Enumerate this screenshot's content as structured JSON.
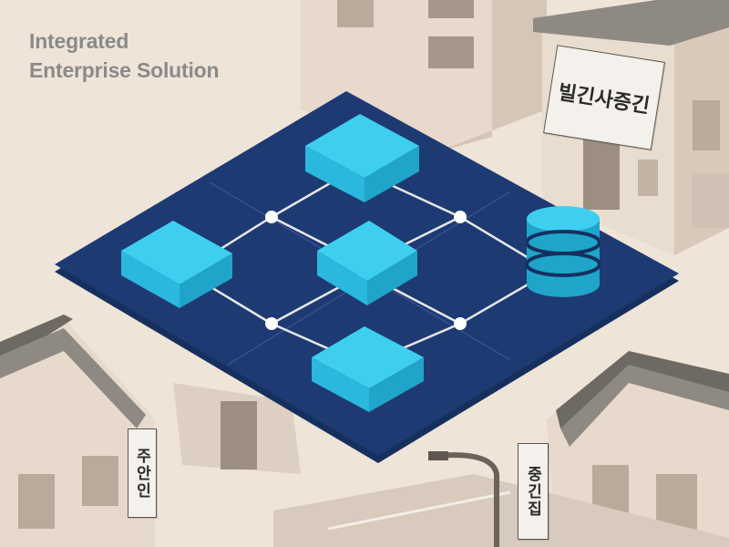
{
  "title": {
    "line1": "Integrated",
    "line2": "Enterprise Solution"
  },
  "signs": {
    "top": "빌긴사증긴",
    "left": "주안인",
    "right": "중긴집"
  },
  "colors": {
    "background": "#efe4d8",
    "platform": "#1e3a72",
    "platform_edge": "#16305e",
    "module_top": "#3ecff0",
    "module_side": "#1fa5c9",
    "connector": "#e6e8ee",
    "building_wall": "#e7d9cc",
    "roof": "#8a8680"
  },
  "icons": [
    "module-cube-icon",
    "database-cylinder-icon",
    "street-lamp-icon"
  ]
}
